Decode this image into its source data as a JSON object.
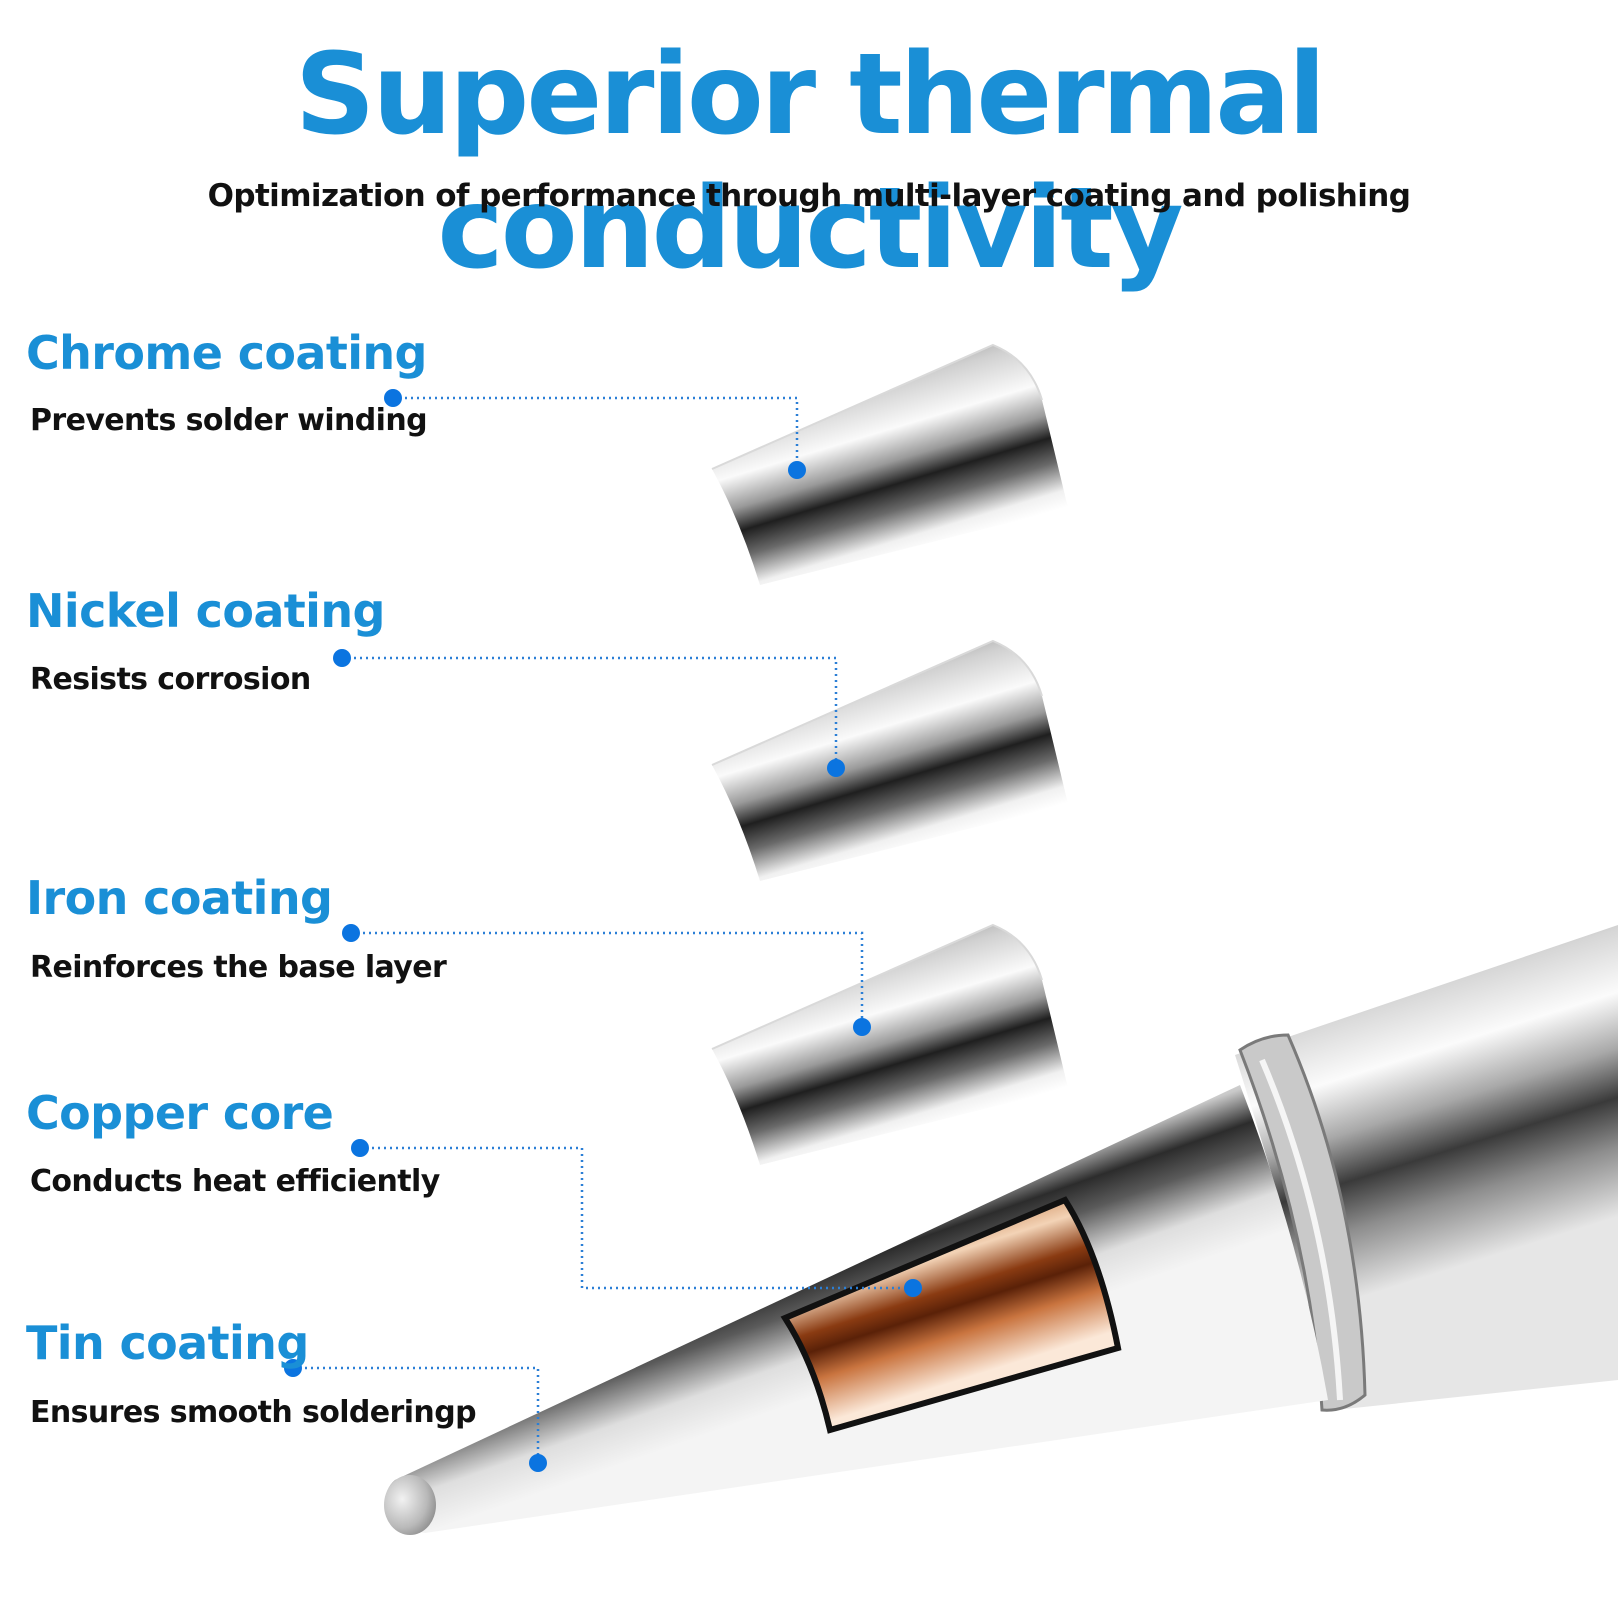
{
  "title": "Superior thermal conductivity",
  "subtitle": "Optimization of performance through multi-layer coating and polishing",
  "colors": {
    "accent": "#1a8fd6",
    "dot": "#0b74e0",
    "copper": "#c8703a"
  },
  "layers": [
    {
      "id": "chrome",
      "title": "Chrome coating",
      "description": "Prevents solder winding"
    },
    {
      "id": "nickel",
      "title": "Nickel coating",
      "description": "Resists corrosion"
    },
    {
      "id": "iron",
      "title": "Iron coating",
      "description": "Reinforces the base layer"
    },
    {
      "id": "copper",
      "title": "Copper core",
      "description": "Conducts heat efficiently"
    },
    {
      "id": "tin",
      "title": "Tin coating",
      "description": "Ensures smooth solderingp"
    }
  ]
}
